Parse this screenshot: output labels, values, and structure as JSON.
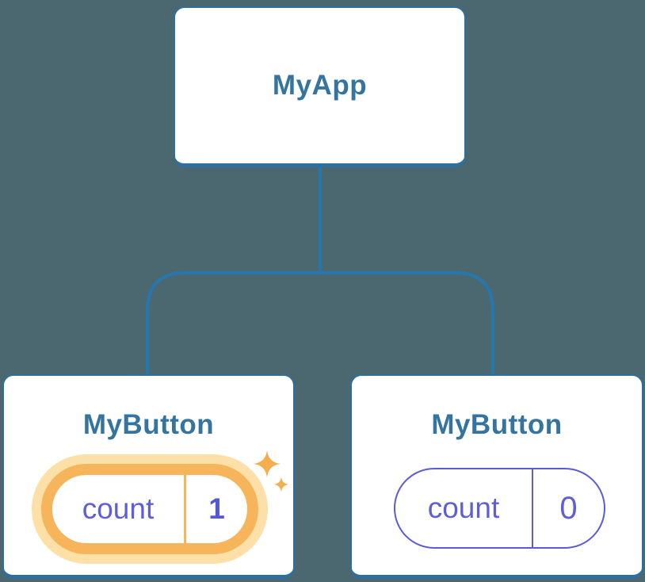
{
  "tree": {
    "root": {
      "label": "MyApp"
    },
    "children": [
      {
        "label": "MyButton",
        "state": {
          "name": "count",
          "value": "1"
        },
        "highlighted": true
      },
      {
        "label": "MyButton",
        "state": {
          "name": "count",
          "value": "0"
        },
        "highlighted": false
      }
    ]
  },
  "icons": {
    "sparkle": "✦"
  },
  "colors": {
    "background": "#4b6770",
    "card_background": "#ffffff",
    "card_border": "#2e6f9f",
    "node_label": "#35749e",
    "connector": "#2577ae",
    "state_text": "#5e5fd8",
    "state_border": "#5b5bd7",
    "highlight_border": "#f6b45b",
    "highlight_glow": "#fce0a8",
    "sparkle": "#f6ad4e"
  }
}
